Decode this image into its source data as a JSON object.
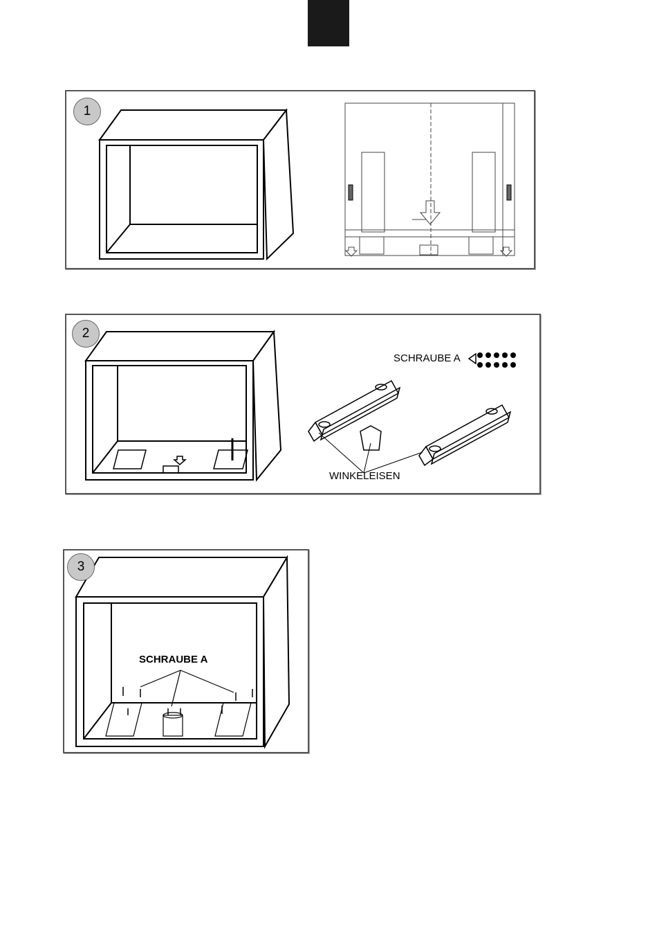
{
  "steps": [
    {
      "number": "1"
    },
    {
      "number": "2",
      "screw_label": "SCHRAUBE A",
      "bracket_label": "WINKELEISEN"
    },
    {
      "number": "3",
      "screw_label": "SCHRAUBE A"
    }
  ]
}
